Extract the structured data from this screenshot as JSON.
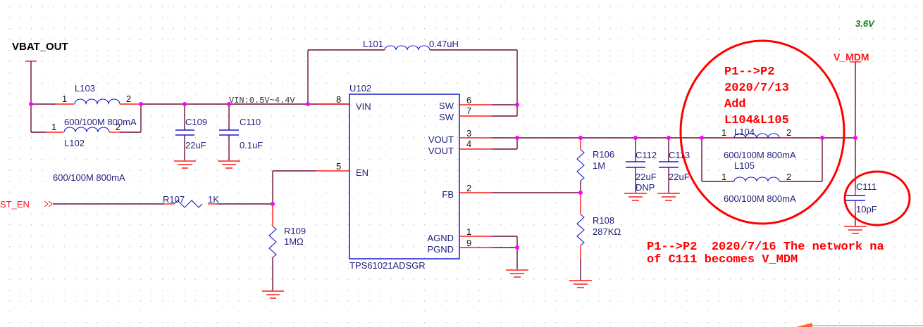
{
  "power": {
    "vbat_out": "VBAT_OUT",
    "v_mdm": "V_MDM",
    "v_mdm_voltage": "3.6V",
    "st_en": "ST_EN",
    "vin_label": "VIN:0.5V~4.4V"
  },
  "components": {
    "L103": {
      "ref": "L103",
      "value": "600/100M 800mA",
      "pin1": "1",
      "pin2": "2"
    },
    "L102": {
      "ref": "L102",
      "value": "600/100M 800mA",
      "pin1": "1",
      "pin2": "2"
    },
    "L101": {
      "ref": "L101",
      "value": "0.47uH"
    },
    "L104": {
      "ref": "L104",
      "value": "600/100M 800mA",
      "pin1": "1",
      "pin2": "2"
    },
    "L105": {
      "ref": "L105",
      "value": "600/100M 800mA",
      "pin1": "1",
      "pin2": "2"
    },
    "C109": {
      "ref": "C109",
      "value": "22uF"
    },
    "C110": {
      "ref": "C110",
      "value": "0.1uF"
    },
    "C112": {
      "ref": "C112",
      "value": "22uF",
      "note": "DNP"
    },
    "C113": {
      "ref": "C113",
      "value": "22uF"
    },
    "C111": {
      "ref": "C111",
      "value": "10pF"
    },
    "R107": {
      "ref": "R107",
      "value": "1K"
    },
    "R109": {
      "ref": "R109",
      "value": "1MΩ"
    },
    "R106": {
      "ref": "R106",
      "value": "1M"
    },
    "R108": {
      "ref": "R108",
      "value": "287KΩ"
    }
  },
  "ic": {
    "ref": "U102",
    "part": "TPS61021ADSGR",
    "pins": {
      "vin": {
        "num": "8",
        "name": "VIN"
      },
      "en": {
        "num": "5",
        "name": "EN"
      },
      "sw1": {
        "num": "6",
        "name": "SW"
      },
      "sw2": {
        "num": "7",
        "name": "SW"
      },
      "vout1": {
        "num": "3",
        "name": "VOUT"
      },
      "vout2": {
        "num": "4",
        "name": "VOUT"
      },
      "fb": {
        "num": "2",
        "name": "FB"
      },
      "agnd": {
        "num": "1",
        "name": "AGND"
      },
      "pgnd": {
        "num": "9",
        "name": "PGND"
      }
    }
  },
  "notes": {
    "revision1": [
      "P1-->P2",
      "2020/7/13",
      "Add",
      "L104&L105"
    ],
    "revision2": [
      "P1-->P2  2020/7/16 The network na",
      "of C111 becomes V_MDM"
    ]
  }
}
